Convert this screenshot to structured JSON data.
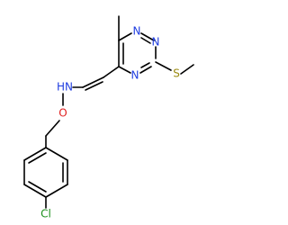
{
  "colors": {
    "bond": "#000000",
    "N": "#1f3de0",
    "O": "#e01f1f",
    "S": "#9a8a10",
    "Cl": "#1b8f1b",
    "background": "#ffffff"
  },
  "atoms": {
    "n1": "N",
    "n2": "N",
    "n4": "N",
    "s": "S",
    "hn": "HN",
    "o": "O",
    "cl": "Cl"
  }
}
